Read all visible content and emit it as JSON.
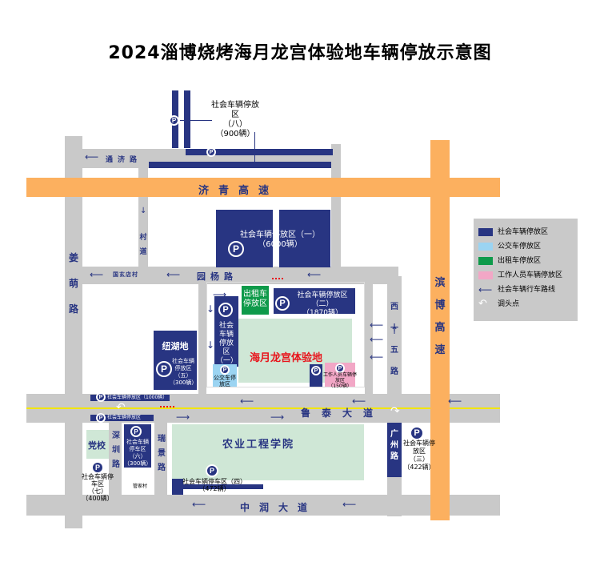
{
  "title": "2024淄博烧烤海月龙宫体验地车辆停放示意图",
  "roads": {
    "jiqing": "济青高速",
    "tongji": "通济路",
    "cun": "村道",
    "guoxuan": "国玄店村",
    "yuanyang": "园杨路",
    "jiangmeng": "姜萌路",
    "bingbo": "滨博高速",
    "xishiwu": "西十五路",
    "lutai": "鲁泰大道",
    "guangzhou": "广州路",
    "zhongrun": "中润大道",
    "shenzhen": "深圳路",
    "ruijing": "瑞景路",
    "small_road": "管家村"
  },
  "places": {
    "main": "海月龙宫体验地",
    "wetland": "纽湖地",
    "school": "党校",
    "college": "农业工程学院"
  },
  "lots": {
    "p8": {
      "name": "社会车辆停放区",
      "num": "（八）",
      "count": "（900辆）"
    },
    "p1": {
      "name": "社会车辆停放区（一）",
      "count": "（6000辆）"
    },
    "p2": {
      "name": "社会车辆停放区（二）",
      "count": "（1870辆）"
    },
    "taxi": {
      "name": "出租车停放区"
    },
    "p_left": {
      "name": "社会车辆停放区（一）"
    },
    "p5": {
      "name": "社会车辆停放区（五）",
      "count": "（300辆）"
    },
    "bus": {
      "name": "公交车停放区"
    },
    "staff": {
      "name": "工作人员车辆停放区",
      "count": "（150辆）"
    },
    "p3": {
      "name": "社会车辆停放区",
      "num": "（三）",
      "count": "（422辆）"
    },
    "p4": {
      "name": "社会车辆停车区（四）",
      "count": "（472辆）"
    },
    "p6": {
      "name": "社会车辆停车区（六）",
      "count": "（300辆）"
    },
    "p7": {
      "name": "社会车辆停车区",
      "num": "（七）",
      "count": "（400辆）"
    },
    "strip1": "社会车辆停放区（1000辆）",
    "strip2": "社会车辆停放区"
  },
  "legend": [
    {
      "label": "社会车辆停放区",
      "color": "#283582"
    },
    {
      "label": "公交车停放区",
      "color": "#9bd4f2"
    },
    {
      "label": "出租车停放区",
      "color": "#0e9a4a"
    },
    {
      "label": "工作人员车辆停放区",
      "color": "#f2a7c6"
    },
    {
      "label": "社会车辆行车路线",
      "icon": "arrow-left-icon"
    },
    {
      "label": "调头点",
      "icon": "u-turn-icon"
    }
  ],
  "p_glyph": "P"
}
